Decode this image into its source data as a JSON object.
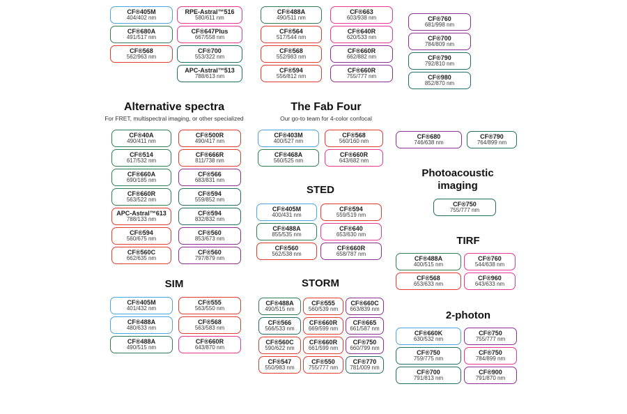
{
  "colors": {
    "blue": "#4ba5e0",
    "green": "#2f7d53",
    "teal": "#226e66",
    "red": "#e13a2e",
    "pink": "#e73691",
    "purple": "#8a2e92"
  },
  "top": {
    "col1": [
      {
        "n": "CF®405M",
        "v": "404/402 nm",
        "c": "blue"
      },
      {
        "n": "CF®680A",
        "v": "491/517 nm",
        "c": "green"
      },
      {
        "n": "CF®568",
        "v": "562/963 nm",
        "c": "red"
      }
    ],
    "col2": [
      {
        "n": "RPE-Astral™516",
        "v": "580/611 nm",
        "c": "pink"
      },
      {
        "n": "CF®647Plus",
        "v": "667/558 nm",
        "c": "pink"
      },
      {
        "n": "CF®700",
        "v": "553/322 nm",
        "c": "teal"
      },
      {
        "n": "APC-Astral™513",
        "v": "788/613 nm",
        "c": "teal"
      }
    ],
    "col3": [
      {
        "n": "CF®488A",
        "v": "490/511 nm",
        "c": "green"
      },
      {
        "n": "CF®564",
        "v": "517/544 nm",
        "c": "red"
      },
      {
        "n": "CF®568",
        "v": "552/983 nm",
        "c": "red"
      },
      {
        "n": "CF®594",
        "v": "556/812 nm",
        "c": "red"
      }
    ],
    "col4": [
      {
        "n": "CF®663",
        "v": "603/938 nm",
        "c": "pink"
      },
      {
        "n": "CF®640R",
        "v": "620/533 nm",
        "c": "pink"
      },
      {
        "n": "CF®660R",
        "v": "662/882 nm",
        "c": "purple"
      },
      {
        "n": "CF®660R",
        "v": "755/777 nm",
        "c": "purple"
      }
    ],
    "col5": [
      {
        "n": "CF®760",
        "v": "681/998 nm",
        "c": "purple"
      },
      {
        "n": "CF®700",
        "v": "784/809 nm",
        "c": "purple"
      },
      {
        "n": "CF®790",
        "v": "792/810 nm",
        "c": "teal"
      },
      {
        "n": "CF®980",
        "v": "852/870 nm",
        "c": "teal"
      }
    ]
  },
  "alternative": {
    "title": "Alternative spectra",
    "subtitle": "For FRET, multispectral imaging, or other specialized",
    "col1": [
      {
        "n": "CF®40A",
        "v": "490/411 nm",
        "c": "green"
      },
      {
        "n": "CF®514",
        "v": "617/532 nm",
        "c": "green"
      },
      {
        "n": "CF®660A",
        "v": "690/185 nm",
        "c": "green"
      },
      {
        "n": "CF®660R",
        "v": "563/522 nm",
        "c": "green"
      },
      {
        "n": "APC-Astral™613",
        "v": "788/133 nm",
        "c": "red"
      },
      {
        "n": "CF®594",
        "v": "560/675 nm",
        "c": "red"
      },
      {
        "n": "CF®560C",
        "v": "662/635 nm",
        "c": "red"
      }
    ],
    "col2": [
      {
        "n": "CF®500R",
        "v": "490/417 nm",
        "c": "red"
      },
      {
        "n": "CF®666R",
        "v": "811/738 nm",
        "c": "red"
      },
      {
        "n": "CF®566",
        "v": "683/831 nm",
        "c": "purple"
      },
      {
        "n": "CF®594",
        "v": "559/852 nm",
        "c": "teal"
      },
      {
        "n": "CF®594",
        "v": "832/832 nm",
        "c": "teal"
      },
      {
        "n": "CF®560",
        "v": "853/673 nm",
        "c": "purple"
      },
      {
        "n": "CF®560",
        "v": "797/879 nm",
        "c": "purple"
      }
    ]
  },
  "fab_four": {
    "title": "The Fab Four",
    "subtitle": "Our go-to team for 4-color confocal",
    "col1": [
      {
        "n": "CF®403M",
        "v": "400/527 nm",
        "c": "blue"
      },
      {
        "n": "CF®468A",
        "v": "560/525 nm",
        "c": "green"
      }
    ],
    "col2": [
      {
        "n": "CF®568",
        "v": "560/160 nm",
        "c": "red"
      },
      {
        "n": "CF®660R",
        "v": "643/682 nm",
        "c": "pink"
      }
    ]
  },
  "sted": {
    "title": "STED",
    "col1": [
      {
        "n": "CF®405M",
        "v": "400/431 nm",
        "c": "blue"
      },
      {
        "n": "CF®488A",
        "v": "855/535 nm",
        "c": "green"
      },
      {
        "n": "CF®560",
        "v": "562/538 nm",
        "c": "red"
      }
    ],
    "col2": [
      {
        "n": "CF®594",
        "v": "559/519 nm",
        "c": "red"
      },
      {
        "n": "CF®640",
        "v": "653/630 nm",
        "c": "pink"
      },
      {
        "n": "CF®660R",
        "v": "658/787 nm",
        "c": "purple"
      }
    ]
  },
  "pair": {
    "col1": [
      {
        "n": "CF®680",
        "v": "746/638 nm",
        "c": "purple"
      }
    ],
    "col2": [
      {
        "n": "CF®790",
        "v": "764/899 nm",
        "c": "teal"
      }
    ]
  },
  "photoacoustic": {
    "title": "Photoacoustic imaging",
    "items": [
      {
        "n": "CF®750",
        "v": "755/777 nm",
        "c": "teal"
      }
    ]
  },
  "tirf": {
    "title": "TIRF",
    "col1": [
      {
        "n": "CF®488A",
        "v": "400/515 nm",
        "c": "green"
      },
      {
        "n": "CF®568",
        "v": "653/633 nm",
        "c": "red"
      }
    ],
    "col2": [
      {
        "n": "CF®760",
        "v": "544/638 nm",
        "c": "pink"
      },
      {
        "n": "CF®960",
        "v": "643/633 nm",
        "c": "pink"
      }
    ]
  },
  "sim": {
    "title": "SIM",
    "col1": [
      {
        "n": "CF®405M",
        "v": "401/432 nm",
        "c": "blue"
      },
      {
        "n": "CF®488A",
        "v": "480/633 nm",
        "c": "blue"
      },
      {
        "n": "CF®488A",
        "v": "490/515 nm",
        "c": "green"
      }
    ],
    "col2": [
      {
        "n": "CF®555",
        "v": "563/550 nm",
        "c": "red"
      },
      {
        "n": "CF®568",
        "v": "563/583 nm",
        "c": "red"
      },
      {
        "n": "CF®660R",
        "v": "643/870 nm",
        "c": "pink"
      }
    ]
  },
  "storm": {
    "title": "STORM",
    "col1": [
      {
        "n": "CF®488A",
        "v": "490/515 nm",
        "c": "green"
      },
      {
        "n": "CF®566",
        "v": "566/533 nm",
        "c": "teal"
      },
      {
        "n": "CF®560C",
        "v": "590/622 nm",
        "c": "red"
      },
      {
        "n": "CF®547",
        "v": "550/983 nm",
        "c": "red"
      }
    ],
    "col2": [
      {
        "n": "CF®555",
        "v": "560/539 nm",
        "c": "red"
      },
      {
        "n": "CF®660R",
        "v": "669/599 nm",
        "c": "red"
      },
      {
        "n": "CF®660R",
        "v": "661/599 nm",
        "c": "red"
      },
      {
        "n": "CF®550",
        "v": "755/777 nm",
        "c": "red"
      }
    ],
    "col3": [
      {
        "n": "CF®660C",
        "v": "663/839 nm",
        "c": "purple"
      },
      {
        "n": "CF®665",
        "v": "661/587 nm",
        "c": "purple"
      },
      {
        "n": "CF®750",
        "v": "660/799 nm",
        "c": "purple"
      },
      {
        "n": "CF®770",
        "v": "781/009 nm",
        "c": "teal"
      }
    ]
  },
  "two_photon": {
    "title": "2-photon",
    "col1": [
      {
        "n": "CF®660K",
        "v": "630/532 nm",
        "c": "blue"
      },
      {
        "n": "CF®750",
        "v": "759/775 nm",
        "c": "teal"
      },
      {
        "n": "CF®700",
        "v": "791/813 nm",
        "c": "teal"
      }
    ],
    "col2": [
      {
        "n": "CF®750",
        "v": "755/777 nm",
        "c": "purple"
      },
      {
        "n": "CF®750",
        "v": "784/899 nm",
        "c": "pink"
      },
      {
        "n": "CF®900",
        "v": "791/870 nm",
        "c": "purple"
      }
    ]
  }
}
